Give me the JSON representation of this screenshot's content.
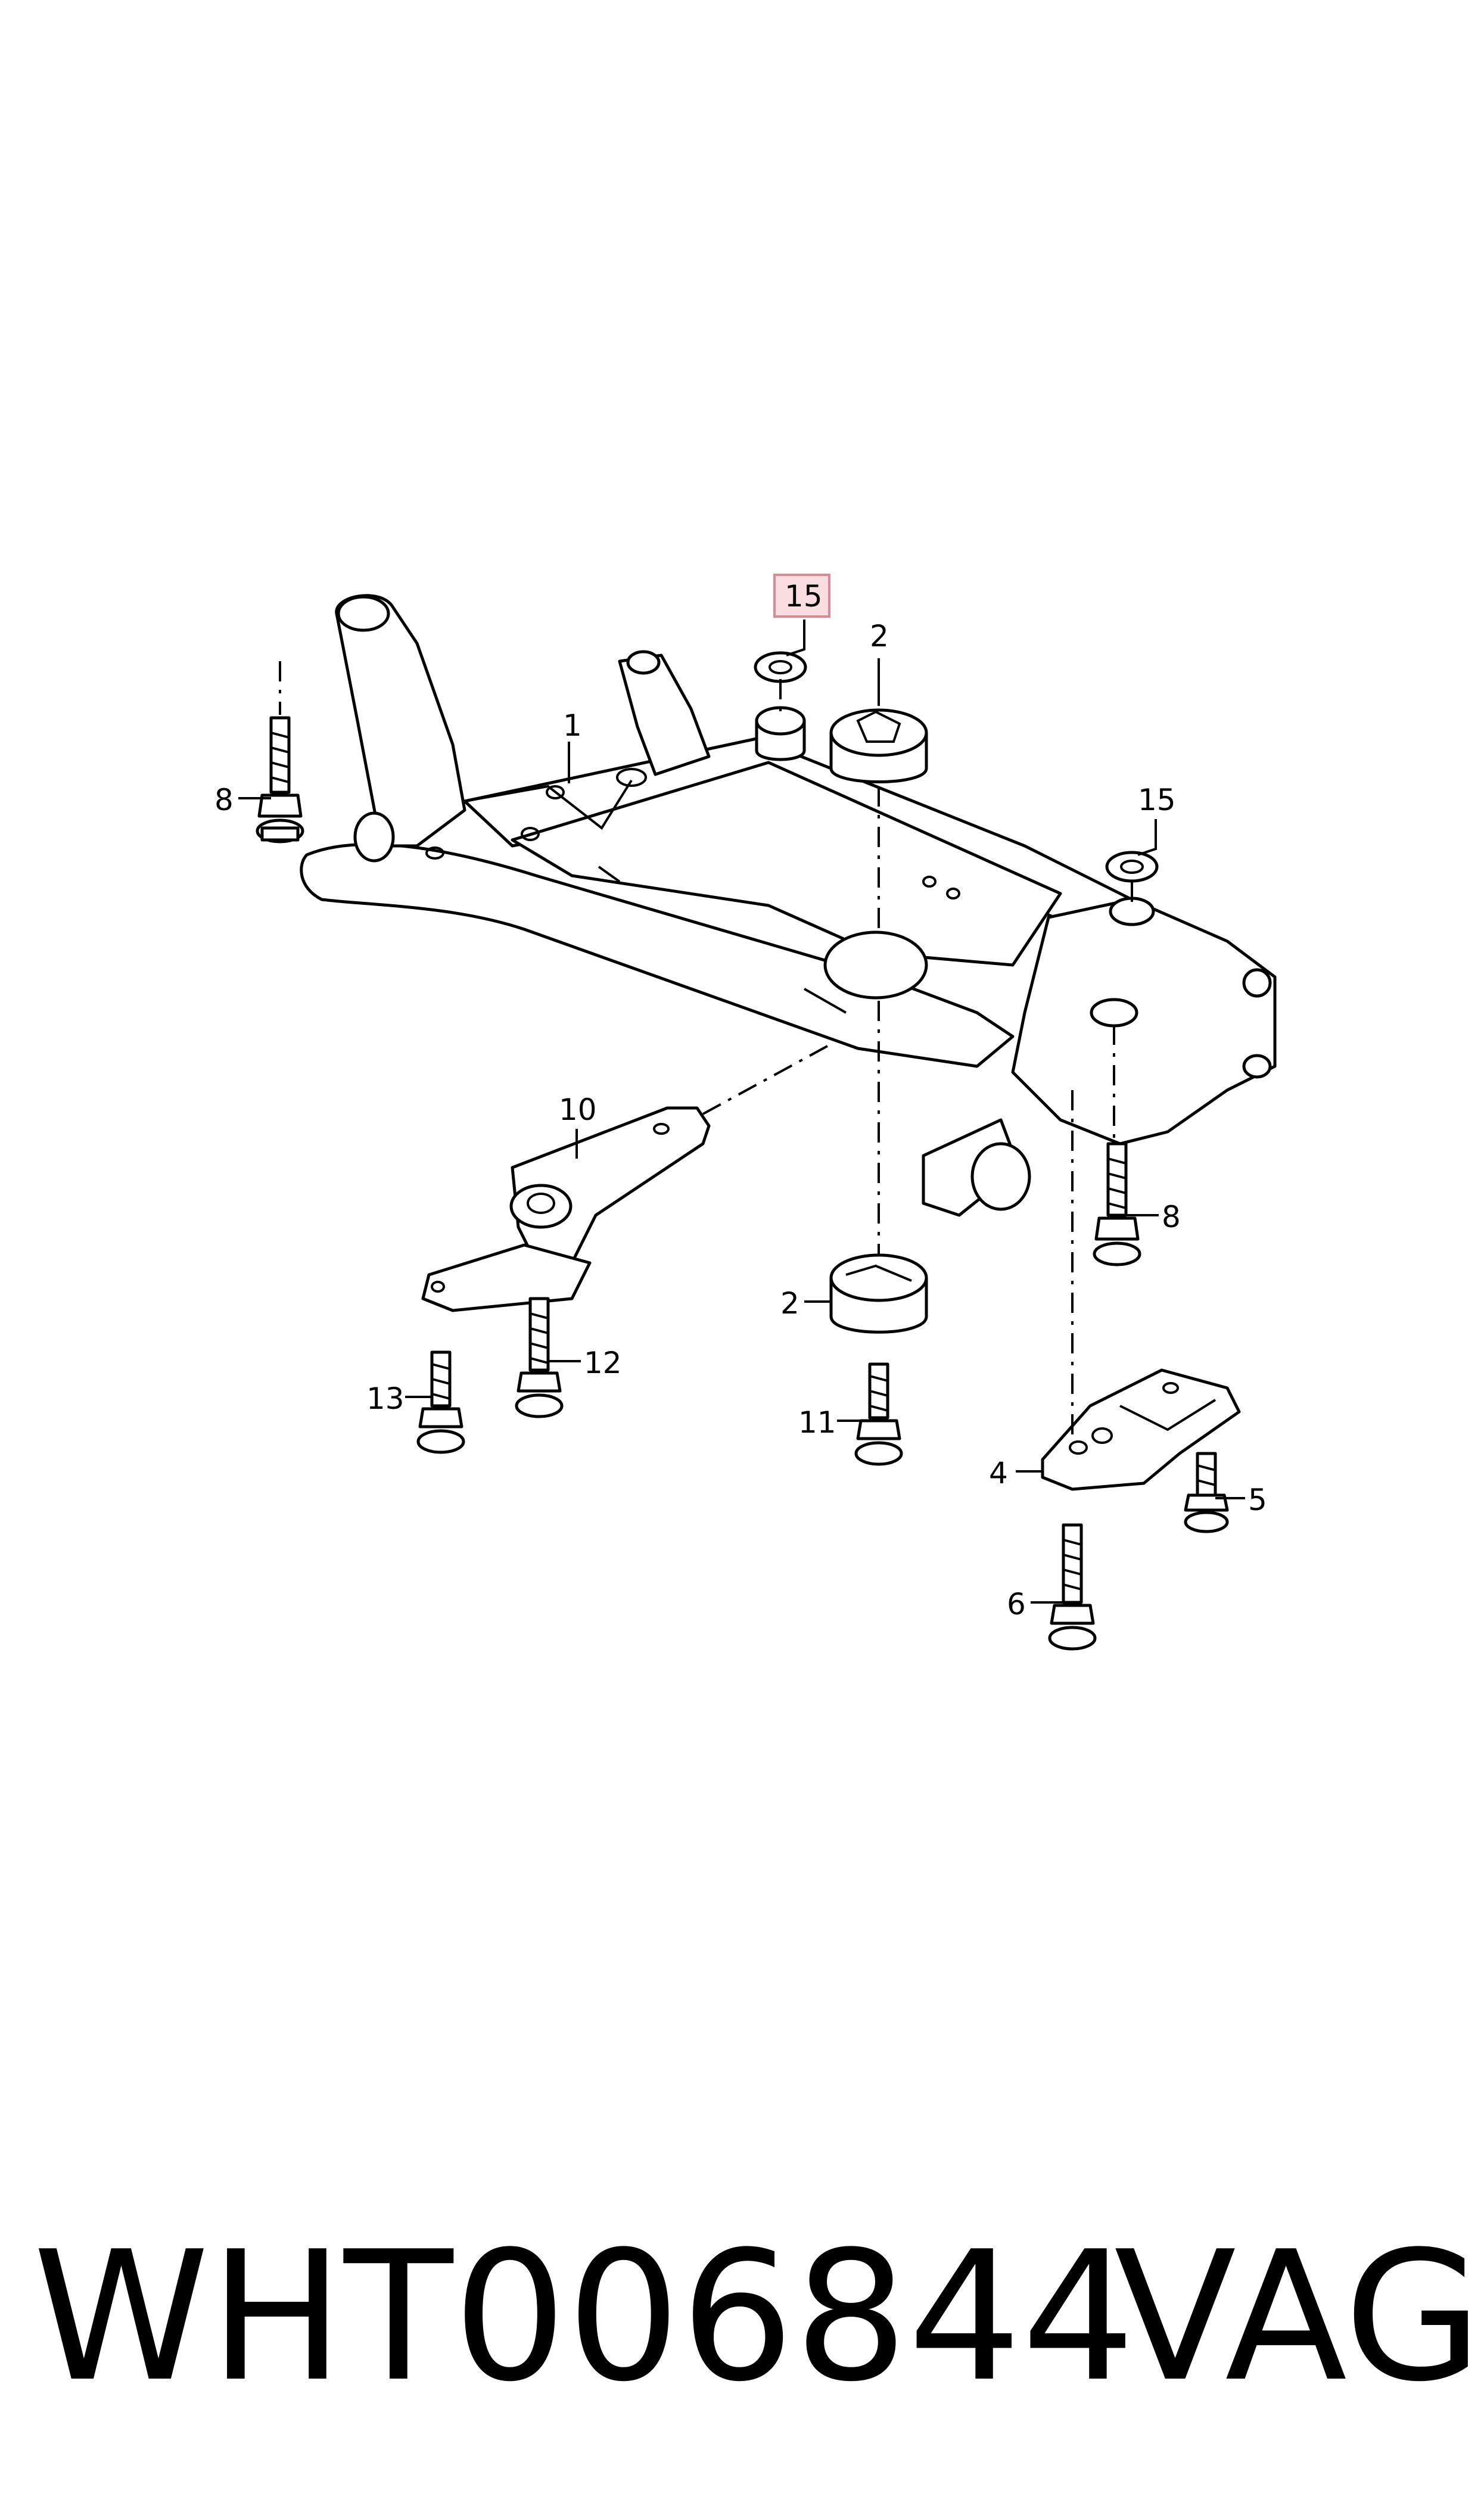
{
  "diagram": {
    "callouts": {
      "c1": "1",
      "c2_top": "2",
      "c2_bottom": "2",
      "c4": "4",
      "c5": "5",
      "c6": "6",
      "c8_left": "8",
      "c8_right": "8",
      "c10": "10",
      "c11": "11",
      "c12": "12",
      "c13": "13",
      "c15_highlighted": "15",
      "c15_right": "15"
    },
    "highlight_color": "#f9dde0",
    "line_color": "#000000"
  },
  "footer": {
    "part_number": "WHT006844",
    "brand": "VAG"
  }
}
